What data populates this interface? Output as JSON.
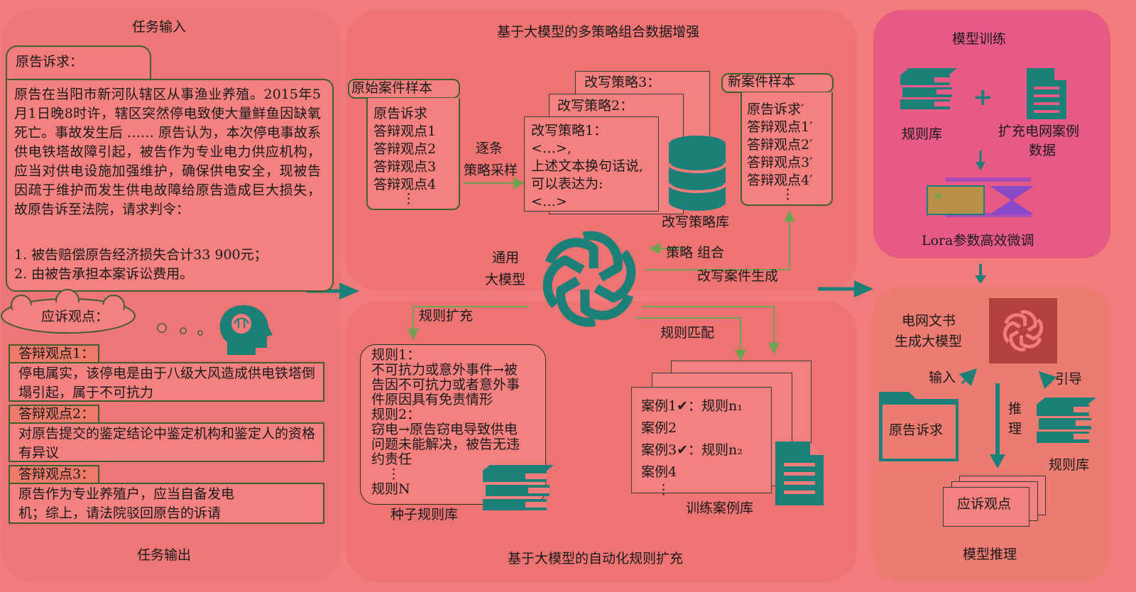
{
  "input_section": {
    "title": "任务输入",
    "complaint_tab": "原告诉求：",
    "complaint_text": "原告在当阳市新河队辖区从事渔业养殖。2015年5月1日晚8时许，辖区突然停电致使大量鲜鱼因缺氧死亡。事故发生后 …… 原告认为，本次停电事故系供电铁塔故障引起，被告作为专业电力供应机构，应当对供电设施加强维护，确保供电安全，现被告因疏于维护而发生供电故障给原告造成巨大损失，故原告诉至法院，请求判令：",
    "claim1": "1. 被告赔偿原告经济损失合计33 900元；",
    "claim2": "2. 由被告承担本案诉讼费用。"
  },
  "output_section": {
    "title": "任务输出",
    "response_cloud": "应诉观点：",
    "defense1_label": "答辩观点1：",
    "defense1_text": "停电属实，该停电是由于八级大风造成供电铁塔倒塌引起，属于不可抗力",
    "defense2_label": "答辩观点2：",
    "defense2_text": "对原告提交的鉴定结论中鉴定机构和鉴定人的资格有异议",
    "defense3_label": "答辩观点3：",
    "defense3_text": "原告作为专业养殖户，应当自备发电机；综上，请法院驳回原告的诉请"
  },
  "augment_section": {
    "title": "基于大模型的多策略组合数据增强",
    "orig_scroll_title": "原始案件样本",
    "orig_items": [
      "原告诉求",
      "答辩观点1",
      "答辩观点2",
      "答辩观点3",
      "答辩观点4",
      "⋮"
    ],
    "sample_label_1": "逐条",
    "sample_label_2": "策略采样",
    "strategy3": "改写策略3：",
    "strategy2": "改写策略2：",
    "strategy1": "改写策略1：",
    "strategy1_lines": [
      "<…>,",
      "上述文本换句话说,",
      "可以表达为:",
      "<…>"
    ],
    "strategy_db": "改写策略库",
    "new_scroll_title": "新案件样本",
    "new_items": [
      "原告诉求′",
      "答辩观点1′",
      "答辩观点2′",
      "答辩观点3′",
      "答辩观点4′",
      "⋮"
    ],
    "combo_label": "策略  组合",
    "gen_label": "改写案件生成"
  },
  "llm": {
    "label_1": "通用",
    "label_2": "大模型"
  },
  "rules_section": {
    "title": "基于大模型的自动化规则扩充",
    "expand_label": "规则扩充",
    "match_label": "规则匹配",
    "rule_lines": [
      "规则1：",
      "不可抗力或意外事件→被",
      "告因不可抗力或者意外事",
      "件原因具有免责情形",
      "规则2：",
      "窃电→原告窃电导致供电",
      "问题未能解决，被告无违",
      "约责任",
      "⋮",
      "规则N"
    ],
    "seed_lib": "种子规则库",
    "case_lines": [
      "案例1✔：规则n₁",
      "案例2",
      "案例3✔：规则n₂",
      "案例4",
      "⋮"
    ],
    "train_lib": "训练案例库"
  },
  "training_section": {
    "title": "模型训练",
    "rule_lib": "规则库",
    "plus": "+",
    "expand_data_1": "扩充电网案例",
    "expand_data_2": "数据",
    "lora": "Lora参数高效微调"
  },
  "inference_section": {
    "title": "模型推理",
    "model_1": "电网文书",
    "model_2": "生成大模型",
    "input_label": "输入",
    "guide_label": "引导",
    "infer_1": "推",
    "infer_2": "理",
    "complaint_folder": "原告诉求",
    "rule_lib": "规则库",
    "response": "应诉观点"
  },
  "colors": {
    "background": "#f27c7c",
    "panel": "#ee7474",
    "training_panel": "#e85a86",
    "inference_panel": "#ec7c72",
    "teal": "#1c7f78",
    "green_line": "#6fa34f"
  }
}
